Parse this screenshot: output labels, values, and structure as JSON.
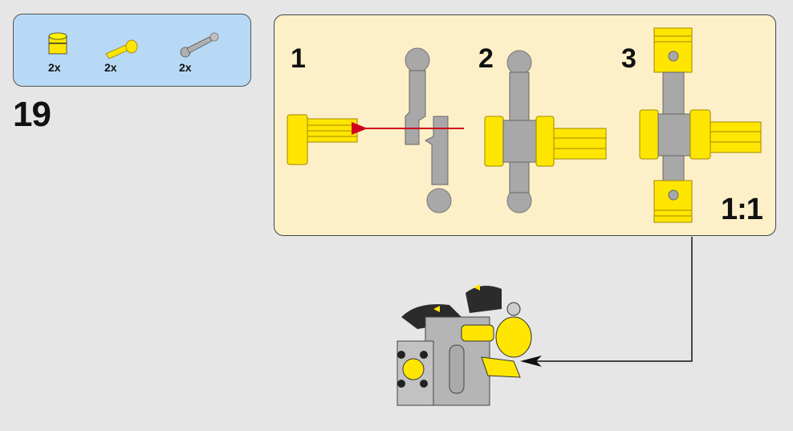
{
  "step_number": "19",
  "parts_list": [
    {
      "name": "piston",
      "quantity": "2x",
      "color": "#ffe600"
    },
    {
      "name": "axle-with-stop",
      "quantity": "2x",
      "color": "#ffe600"
    },
    {
      "name": "connecting-rod",
      "quantity": "2x",
      "color": "#a8a8a8"
    }
  ],
  "substeps": [
    "1",
    "2",
    "3"
  ],
  "scale_label": "1:1",
  "colors": {
    "background": "#e6e6e6",
    "parts_box": "#b7d9f6",
    "callout": "#fdf0c9",
    "arrow": "#d0021b",
    "yellow": "#ffe600",
    "gray": "#a8a8a8"
  }
}
